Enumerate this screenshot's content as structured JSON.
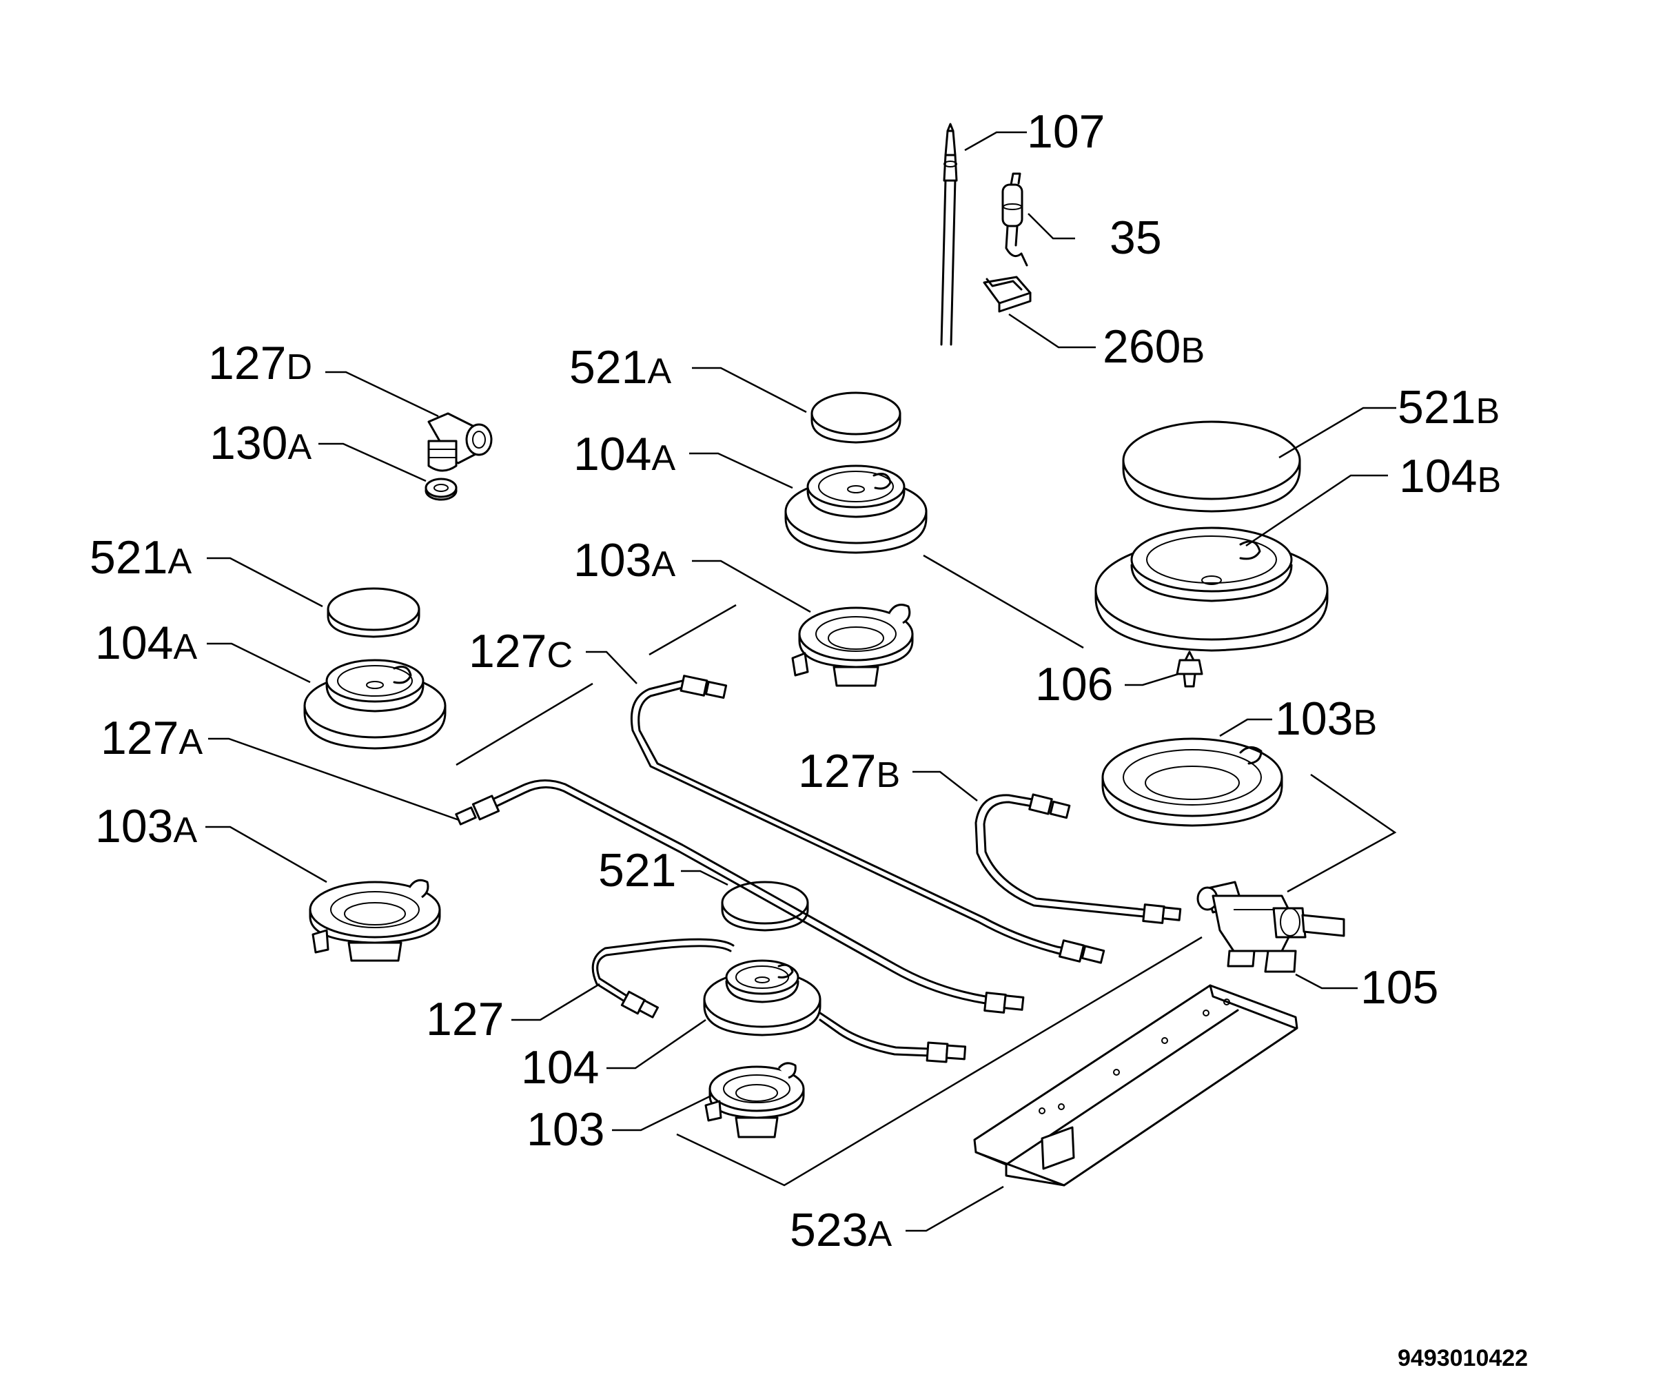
{
  "labels": {
    "l107": "107",
    "l35": "35",
    "l260b": "260",
    "l260b_s": "B",
    "l127d": "127",
    "l127d_s": "D",
    "l130a": "130",
    "l130a_s": "A",
    "l521a_top": "521",
    "l521a_top_s": "A",
    "l104a_top": "104",
    "l104a_top_s": "A",
    "l521b": "521",
    "l521b_s": "B",
    "l104b": "104",
    "l104b_s": "B",
    "l103a_mid": "103",
    "l103a_mid_s": "A",
    "l521a_left": "521",
    "l521a_left_s": "A",
    "l104a_left": "104",
    "l104a_left_s": "A",
    "l127c": "127",
    "l127c_s": "C",
    "l106": "106",
    "l103b": "103",
    "l103b_s": "B",
    "l127a": "127",
    "l127a_s": "A",
    "l127b": "127",
    "l127b_s": "B",
    "l103a_left": "103",
    "l103a_left_s": "A",
    "l521": "521",
    "l105": "105",
    "l127": "127",
    "l104": "104",
    "l103": "103",
    "l523a": "523",
    "l523a_s": "A"
  },
  "drawing_code": "9493010422"
}
